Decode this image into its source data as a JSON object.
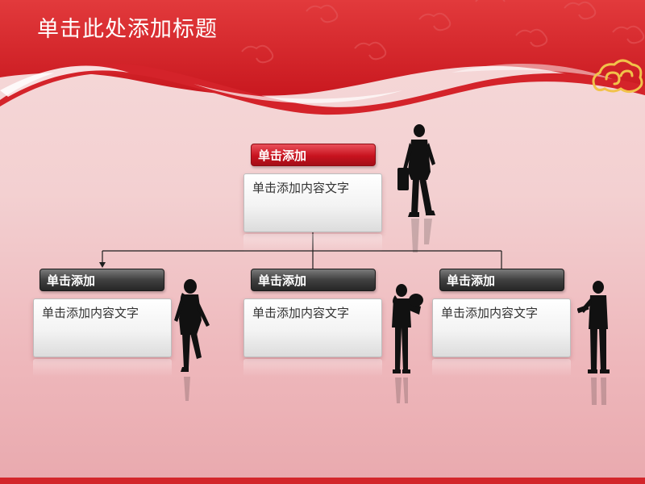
{
  "slide": {
    "title": "单击此处添加标题"
  },
  "org_chart": {
    "root": {
      "header": "单击添加",
      "body": "单击添加内容文字"
    },
    "children": [
      {
        "header": "单击添加",
        "body": "单击添加内容文字"
      },
      {
        "header": "单击添加",
        "body": "单击添加内容文字"
      },
      {
        "header": "单击添加",
        "body": "单击添加内容文字"
      }
    ]
  },
  "colors": {
    "brand_red": "#d3262b",
    "accent_gold": "#f1c24a",
    "header_dark": "#2f2f2f"
  },
  "icons": [
    "businessman-walking-silhouette-icon",
    "woman-running-silhouette-icon",
    "woman-with-bag-silhouette-icon",
    "man-reading-silhouette-icon",
    "auspicious-cloud-icon"
  ]
}
